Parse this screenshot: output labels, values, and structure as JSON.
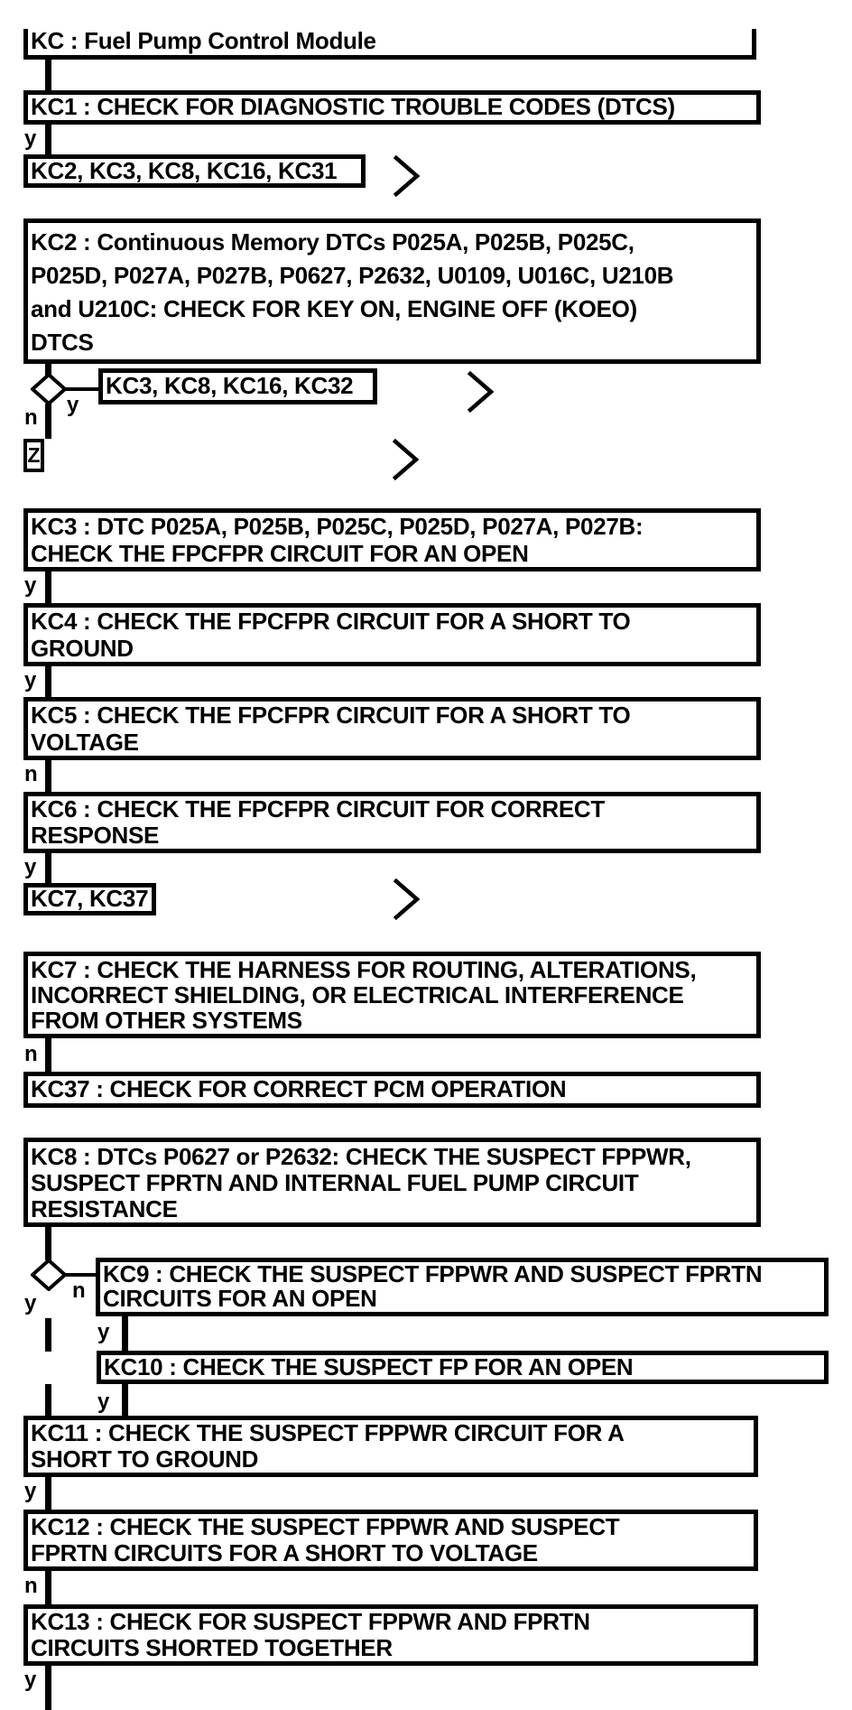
{
  "diagram": {
    "colors": {
      "ink": "#000000",
      "paper": "#ffffff"
    },
    "labels": {
      "yes": "y",
      "no": "n"
    },
    "icons": {
      "continue_arrow": "chevron-right-icon",
      "decision": "diamond-decision-icon"
    },
    "connector_symbol": "Z",
    "title": "KC : Fuel Pump Control Module",
    "nodes": {
      "kc": {
        "lines": [
          "KC : Fuel Pump Control Module"
        ]
      },
      "kc1": {
        "lines": [
          "KC1 : CHECK FOR DIAGNOSTIC TROUBLE CODES (DTCS)"
        ]
      },
      "kc1_targets": {
        "lines": [
          "KC2, KC3, KC8, KC16, KC31"
        ]
      },
      "kc2": {
        "lines": [
          "KC2 : Continuous Memory DTCs P025A, P025B, P025C,",
          "P025D, P027A, P027B, P0627, P2632, U0109, U016C, U210B",
          "and U210C: CHECK FOR KEY ON, ENGINE OFF (KOEO)",
          "DTCS"
        ]
      },
      "kc2_targets": {
        "lines": [
          "KC3, KC8, KC16, KC32"
        ]
      },
      "kc3": {
        "lines": [
          "KC3 : DTC P025A, P025B, P025C, P025D, P027A, P027B:",
          "CHECK THE FPCFPR CIRCUIT FOR AN OPEN"
        ]
      },
      "kc4": {
        "lines": [
          "KC4 : CHECK THE FPCFPR CIRCUIT FOR A SHORT TO",
          "GROUND"
        ]
      },
      "kc5": {
        "lines": [
          "KC5 : CHECK THE FPCFPR CIRCUIT FOR A SHORT TO",
          "VOLTAGE"
        ]
      },
      "kc6": {
        "lines": [
          "KC6 : CHECK THE FPCFPR CIRCUIT FOR CORRECT",
          "RESPONSE"
        ]
      },
      "kc6_targets": {
        "lines": [
          "KC7, KC37"
        ]
      },
      "kc7": {
        "lines": [
          "KC7 : CHECK THE HARNESS FOR ROUTING, ALTERATIONS,",
          "INCORRECT SHIELDING, OR ELECTRICAL INTERFERENCE",
          "FROM OTHER SYSTEMS"
        ]
      },
      "kc37": {
        "lines": [
          "KC37 : CHECK FOR CORRECT PCM OPERATION"
        ]
      },
      "kc8": {
        "lines": [
          "KC8 : DTCs P0627 or P2632: CHECK THE SUSPECT FPPWR,",
          "SUSPECT FPRTN AND INTERNAL FUEL PUMP CIRCUIT",
          "RESISTANCE"
        ]
      },
      "kc9": {
        "lines": [
          "KC9 : CHECK THE SUSPECT FPPWR AND SUSPECT FPRTN",
          "CIRCUITS FOR AN OPEN"
        ]
      },
      "kc10": {
        "lines": [
          "KC10 : CHECK THE SUSPECT FP FOR AN OPEN"
        ]
      },
      "kc11": {
        "lines": [
          "KC11 : CHECK THE SUSPECT FPPWR CIRCUIT FOR A",
          "SHORT TO GROUND"
        ]
      },
      "kc12": {
        "lines": [
          "KC12 : CHECK THE SUSPECT FPPWR AND SUSPECT",
          "FPRTN CIRCUITS FOR A SHORT TO VOLTAGE"
        ]
      },
      "kc13": {
        "lines": [
          "KC13 : CHECK FOR SUSPECT FPPWR AND FPRTN",
          "CIRCUITS SHORTED TOGETHER"
        ]
      }
    }
  }
}
